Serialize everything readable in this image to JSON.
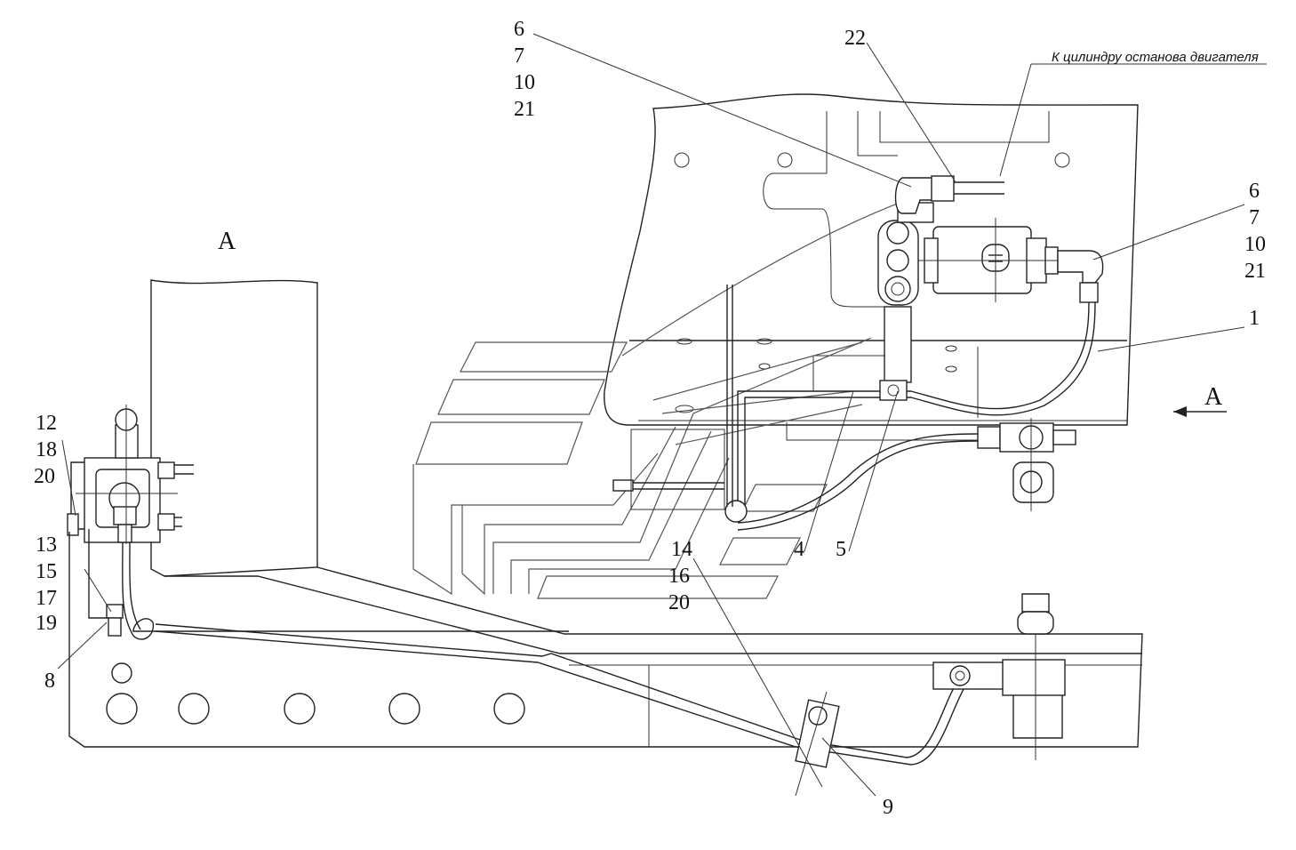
{
  "view_letter": "А",
  "arrow_letter": "А",
  "note_engine": "К цилиндру останова двигателя",
  "callouts": {
    "top_left": [
      "6",
      "7",
      "10",
      "21"
    ],
    "right": [
      "6",
      "7",
      "10",
      "21"
    ],
    "item22": "22",
    "item1": "1",
    "item4": "4",
    "item5": "5",
    "mid": [
      "14",
      "16",
      "20"
    ],
    "item9": "9",
    "left_upper": [
      "12",
      "18",
      "20"
    ],
    "left_lower": [
      "13",
      "15",
      "17",
      "19"
    ],
    "item8": "8"
  }
}
